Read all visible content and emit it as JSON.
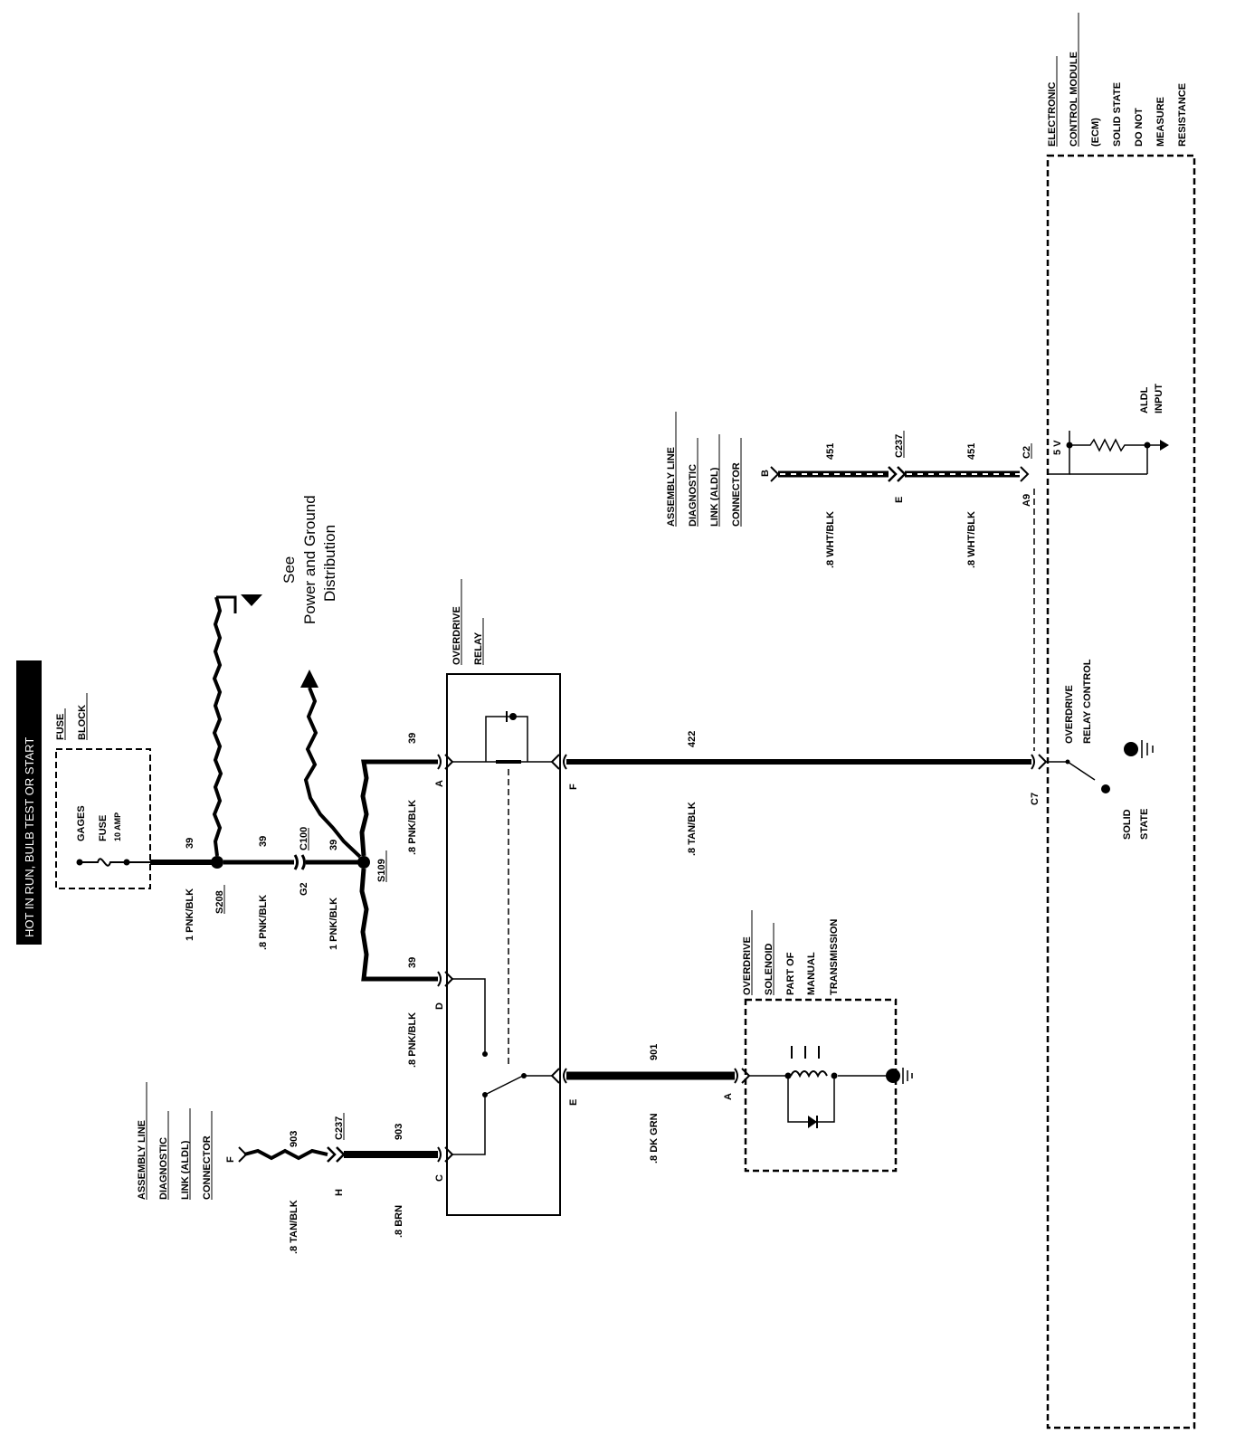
{
  "banner": "HOT IN RUN, BULB TEST OR START",
  "fuse_block": {
    "title_1": "FUSE",
    "title_2": "BLOCK",
    "fuse_1": "GAGES",
    "fuse_2": "FUSE",
    "rating": "10 AMP"
  },
  "see_note": {
    "line1": "See",
    "line2": "Power and Ground",
    "line3": "Distribution"
  },
  "wires": {
    "w1_size": "1 PNK/BLK",
    "w1_num": "39",
    "s208": "S208",
    "w2_size": ".8 PNK/BLK",
    "w2_num": "39",
    "c100": "C100",
    "g2": "G2",
    "w3_size": "1 PNK/BLK",
    "w3_num": "39",
    "s109": "S109",
    "w4_size": ".8 PNK/BLK",
    "w4_num": "39",
    "w5_size": ".8 PNK/BLK",
    "w5_num": "39",
    "w6_size": ".8 TAN/BLK",
    "w6_num": "422",
    "w7_size": ".8 DK GRN",
    "w7_num": "901",
    "w8_size": ".8 BRN",
    "w8_num": "903",
    "w9_size": ".8 TAN/BLK",
    "w9_num": "903",
    "w10_size": ".8 WHT/BLK",
    "w10_num": "451",
    "w11_size": ".8 WHT/BLK",
    "w11_num": "451"
  },
  "relay": {
    "title_1": "OVERDRIVE",
    "title_2": "RELAY",
    "pin_a": "A",
    "pin_d": "D",
    "pin_c": "C",
    "pin_f": "F",
    "pin_e": "E"
  },
  "solenoid": {
    "title_1": "OVERDRIVE",
    "title_2": "SOLENOID",
    "line3": "PART OF",
    "line4": "MANUAL",
    "line5": "TRANSMISSION",
    "pin_a": "A"
  },
  "aldl_bottom": {
    "line1": "ASSEMBLY LINE",
    "line2": "DIAGNOSTIC",
    "line3": "LINK (ALDL)",
    "line4": "CONNECTOR",
    "pin_f": "F",
    "pin_h": "H",
    "c237": "C237"
  },
  "aldl_top": {
    "line1": "ASSEMBLY LINE",
    "line2": "DIAGNOSTIC",
    "line3": "LINK (ALDL)",
    "line4": "CONNECTOR",
    "pin_b": "B",
    "pin_e": "E",
    "c237": "C237",
    "pin_a9": "A9",
    "c2": "C2"
  },
  "ecm": {
    "line1": "ELECTRONIC",
    "line2": "CONTROL MODULE",
    "line3": "(ECM)",
    "line4": "SOLID STATE",
    "line5": "DO NOT",
    "line6": "MEASURE",
    "line7": "RESISTANCE",
    "five_v": "5 V",
    "aldl_1": "ALDL",
    "aldl_2": "INPUT",
    "od_1": "OVERDRIVE",
    "od_2": "RELAY CONTROL",
    "ss_1": "SOLID",
    "ss_2": "STATE",
    "pin_c7": "C7"
  }
}
